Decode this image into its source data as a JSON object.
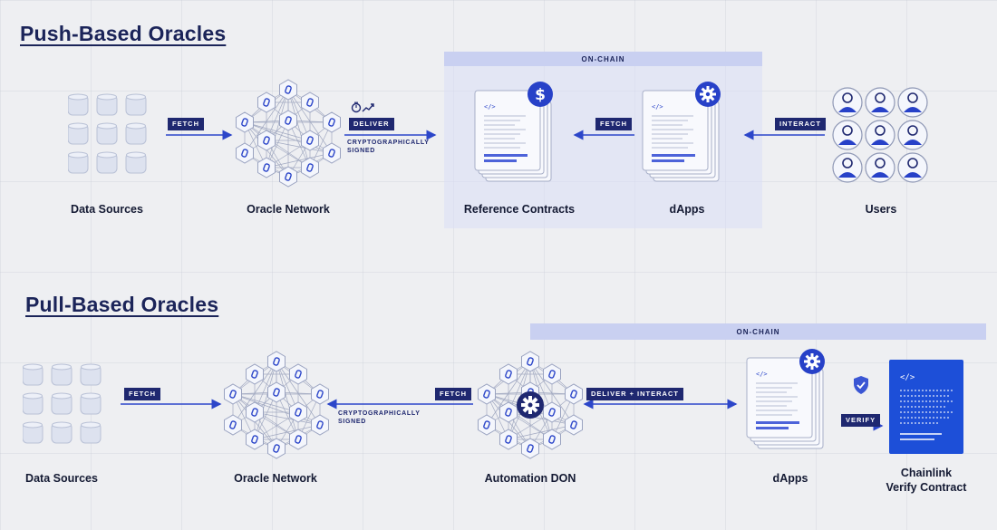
{
  "push": {
    "title": "Push-Based Oracles",
    "onchain_label": "ON-CHAIN",
    "nodes": {
      "data_sources": "Data Sources",
      "oracle_network": "Oracle Network",
      "reference_contracts": "Reference Contracts",
      "dapps": "dApps",
      "users": "Users"
    },
    "tags": {
      "fetch1": "FETCH",
      "deliver": "DELIVER",
      "fetch2": "FETCH",
      "interact": "INTERACT"
    },
    "signed_line1": "CRYPTOGRAPHICALLY",
    "signed_line2": "SIGNED"
  },
  "pull": {
    "title": "Pull-Based Oracles",
    "onchain_label": "ON-CHAIN",
    "nodes": {
      "data_sources": "Data Sources",
      "oracle_network": "Oracle Network",
      "automation_don": "Automation DON",
      "dapps": "dApps",
      "verify_line1": "Chainlink",
      "verify_line2": "Verify Contract"
    },
    "tags": {
      "fetch1": "FETCH",
      "fetch2": "FETCH",
      "deliver_interact": "DELIVER + INTERACT",
      "verify": "VERIFY"
    },
    "signed_line1": "CRYPTOGRAPHICALLY",
    "signed_line2": "SIGNED"
  },
  "icons": {
    "dollar": "$",
    "code": "</>"
  },
  "colors": {
    "navy": "#1b2459",
    "accent": "#2c46c9",
    "tag_bg": "#1f2870",
    "onchain_bar": "#c9d0f1",
    "node_fill": "#f4f6fc"
  }
}
